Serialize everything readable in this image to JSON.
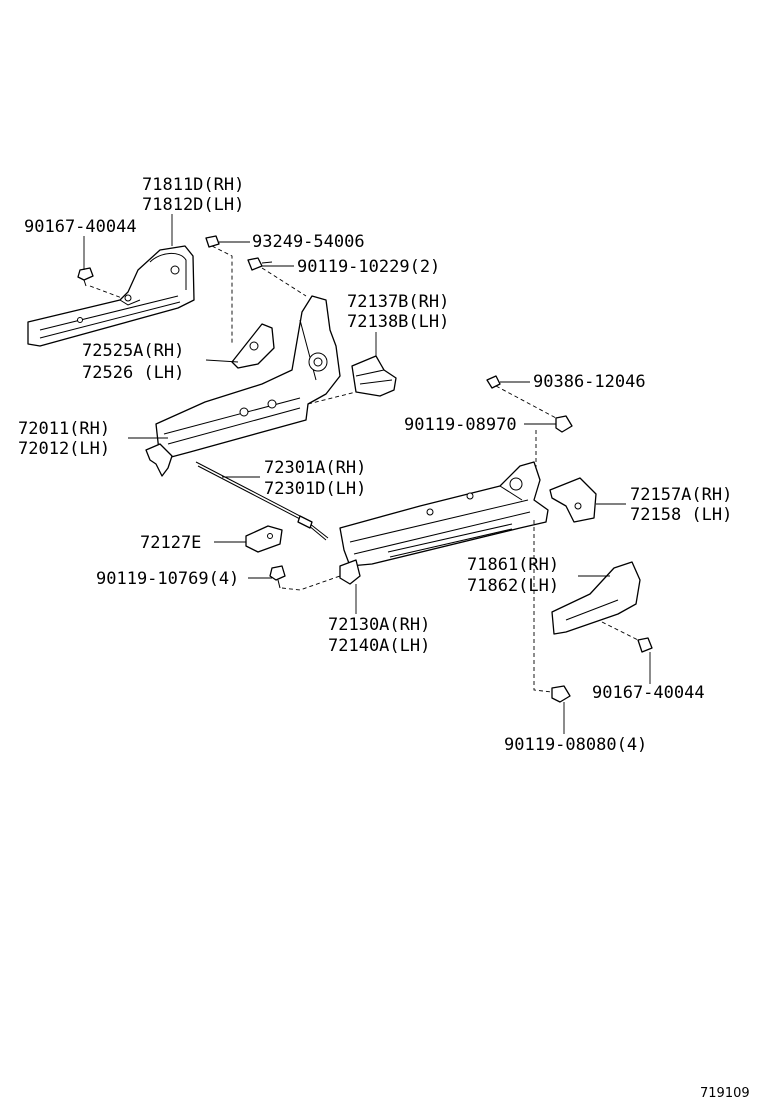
{
  "labels": {
    "p71811d": "71811D(RH)",
    "p71812d": "71812D(LH)",
    "p90167_top": "90167-40044",
    "p93249": "93249-54006",
    "p90119_10229": "90119-10229(2)",
    "p72137b": "72137B(RH)",
    "p72138b": "72138B(LH)",
    "p72525a": "72525A(RH)",
    "p72526": "72526 (LH)",
    "p90386": "90386-12046",
    "p72011": "72011(RH)",
    "p72012": "72012(LH)",
    "p90119_08970": "90119-08970",
    "p72301a": "72301A(RH)",
    "p72301d": "72301D(LH)",
    "p72157a": "72157A(RH)",
    "p72158": "72158  (LH)",
    "p72127e": "72127E",
    "p90119_10769": "90119-10769(4)",
    "p71861": "71861(RH)",
    "p71862": "71862(LH)",
    "p72130a": "72130A(RH)",
    "p72140a": "72140A(LH)",
    "p90167_bottom": "90167-40044",
    "p90119_08080": "90119-08080(4)"
  },
  "figure_number": "719109"
}
